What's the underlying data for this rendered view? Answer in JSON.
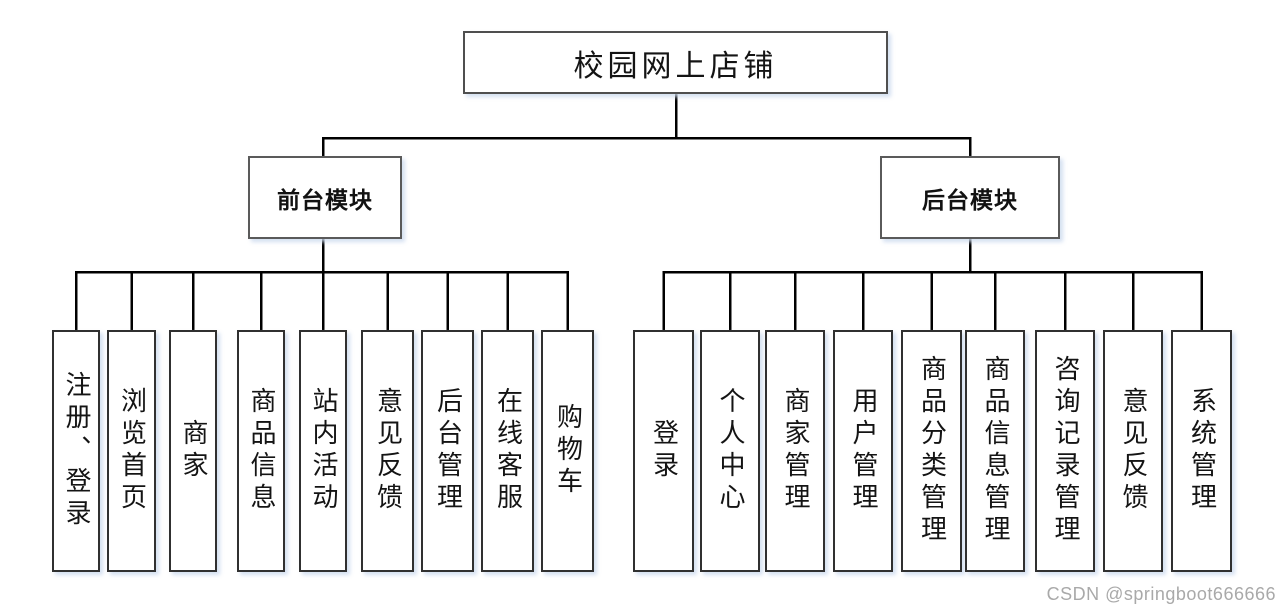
{
  "diagram": {
    "title": "校园网上店铺",
    "root_label": "校园网上店铺",
    "branches": [
      {
        "label": "前台模块",
        "children": [
          "注册、登录",
          "浏览首页",
          "商家",
          "商品信息",
          "站内活动",
          "意见反馈",
          "后台管理",
          "在线客服",
          "购物车"
        ]
      },
      {
        "label": "后台模块",
        "children": [
          "登录",
          "个人中心",
          "商家管理",
          "用户管理",
          "商品分类管理",
          "商品信息管理",
          "咨询记录管理",
          "意见反馈",
          "系统管理"
        ]
      }
    ]
  },
  "watermark": "CSDN @springboot666666",
  "colors": {
    "background": "#ffffff",
    "connector_line": "#000000",
    "box_border": "#404040",
    "box_fill": "#ffffff",
    "text": "#141414",
    "watermark": "#a9a9a9"
  }
}
